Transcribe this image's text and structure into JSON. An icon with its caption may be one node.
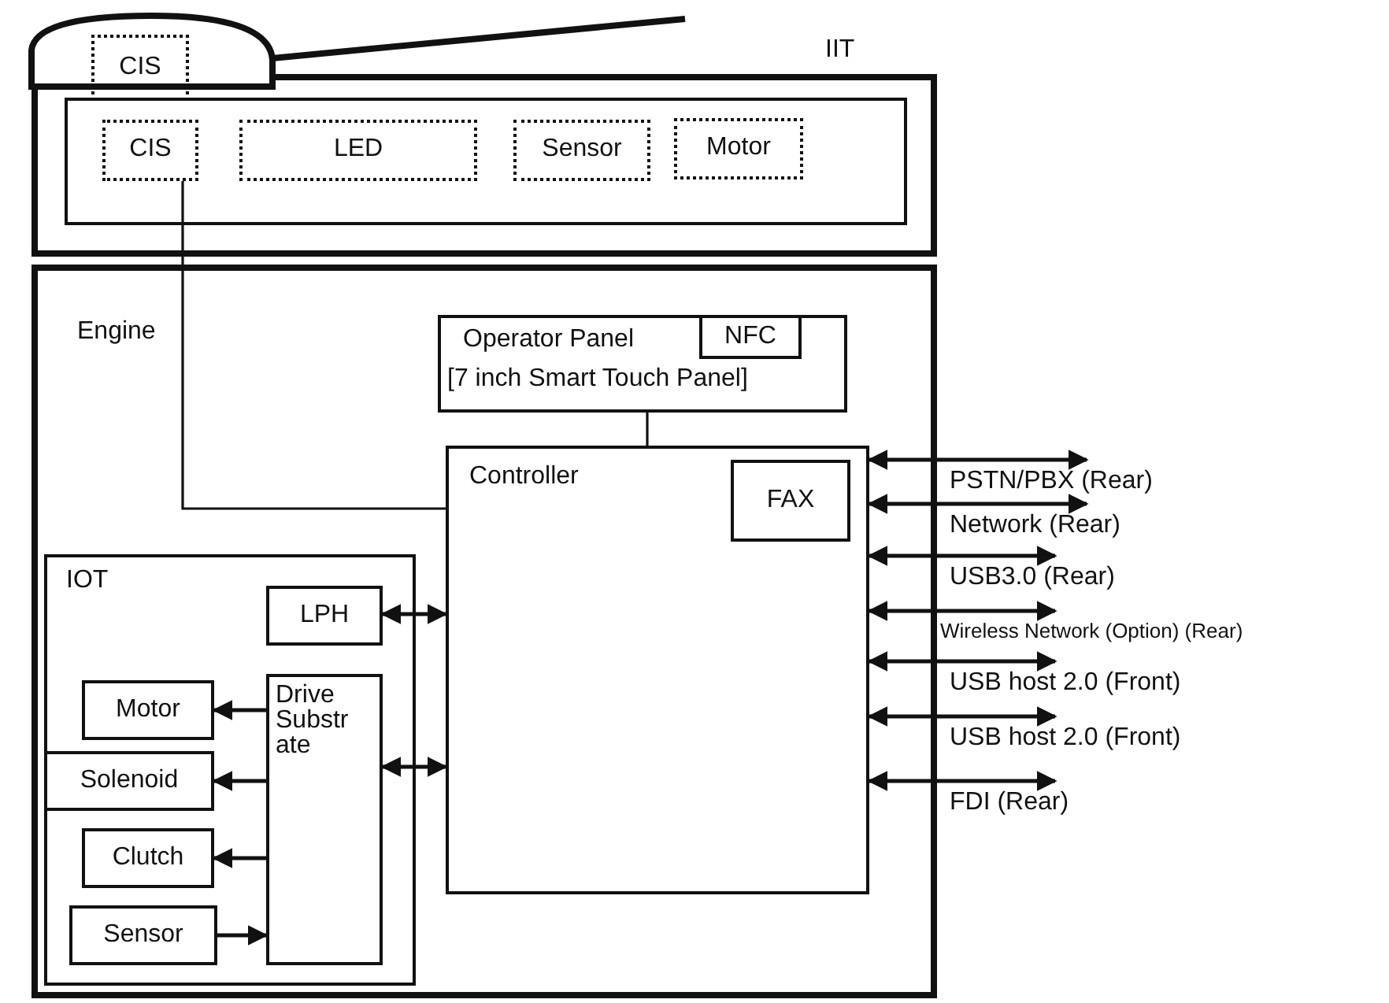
{
  "diagram": {
    "nodes": [
      {
        "text": [
          "IIT"
        ]
      },
      {
        "text": [
          "CIS"
        ]
      },
      {
        "text": [],
        "shape": "box",
        "in": 0
      },
      {
        "text": [
          "CIS"
        ],
        "in": 2
      },
      {
        "text": [
          "LED"
        ],
        "in": 2
      },
      {
        "text": [
          "Sensor"
        ],
        "in": 2
      },
      {
        "text": [
          "Motor"
        ],
        "in": 2
      },
      {
        "text": [
          "Engine"
        ]
      },
      {
        "text": [
          "Operator Panel",
          "[7 inch Smart Touch Panel]"
        ],
        "in": 7
      },
      {
        "text": [
          "NFC"
        ],
        "in": 8
      },
      {
        "text": [
          "Controller"
        ],
        "in": 7
      },
      {
        "text": [
          "FAX"
        ],
        "in": 10
      },
      {
        "text": [
          "IOT"
        ],
        "in": 7
      },
      {
        "text": [
          "LPH"
        ],
        "in": 12
      },
      {
        "text": [
          "Motor"
        ],
        "in": 12
      },
      {
        "text": [
          "Drive Substrate"
        ],
        "in": 12
      },
      {
        "text": [
          "Solenoid"
        ],
        "in": 12
      },
      {
        "text": [
          "Clutch"
        ],
        "in": 12
      },
      {
        "text": [
          "Sensor"
        ],
        "in": 12
      },
      {
        "text": [
          "PSTN/PBX (Rear)"
        ]
      },
      {
        "text": [
          "Network (Rear)"
        ]
      },
      {
        "text": [
          "USB3.0 (Rear)"
        ]
      },
      {
        "text": [
          "Wireless Network (Option) (Rear)"
        ]
      },
      {
        "text": [
          "USB host 2.0 (Front)"
        ]
      },
      {
        "text": [
          "USB host 2.0 (Front)"
        ]
      },
      {
        "text": [
          "FDI (Rear)"
        ]
      }
    ],
    "edges": [
      {
        "from": 3,
        "to": 10,
        "arrow": "none"
      },
      {
        "from": 8,
        "to": 10,
        "arrow": "none"
      },
      {
        "from": 10,
        "to": 19,
        "arrow": "both"
      },
      {
        "from": 10,
        "to": 20,
        "arrow": "both"
      },
      {
        "from": 10,
        "to": 21,
        "arrow": "both"
      },
      {
        "from": 10,
        "to": 22,
        "arrow": "both"
      },
      {
        "from": 10,
        "to": 23,
        "arrow": "both"
      },
      {
        "from": 10,
        "to": 24,
        "arrow": "both"
      },
      {
        "from": 10,
        "to": 25,
        "arrow": "both"
      },
      {
        "from": 13,
        "to": 10,
        "arrow": "both"
      },
      {
        "from": 15,
        "to": 10,
        "arrow": "both"
      },
      {
        "from": 15,
        "to": 14,
        "arrow": "to"
      },
      {
        "from": 15,
        "to": 16,
        "arrow": "to"
      },
      {
        "from": 15,
        "to": 17,
        "arrow": "to"
      },
      {
        "from": 18,
        "to": 15,
        "arrow": "to"
      }
    ]
  }
}
